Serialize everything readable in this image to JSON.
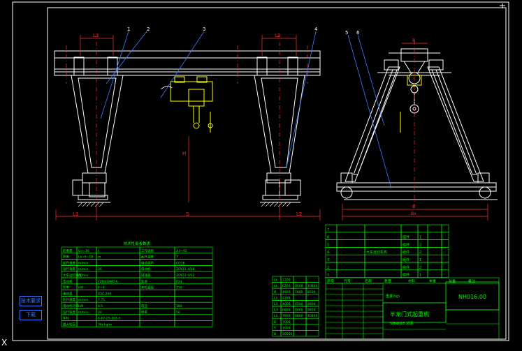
{
  "viewer": {
    "axis_marker": "X",
    "side_tabs": [
      "技术要求",
      "下载"
    ]
  },
  "colors": {
    "background": "#000000",
    "frame": "#ffffff",
    "structure": "#ffffff",
    "table": "#00ff00",
    "dimension": "#ff3030",
    "leader": "#3a7cff",
    "hoist": "#ffff00",
    "centerline": "#ff3030"
  },
  "front_view": {
    "dim_l3_left": "L3",
    "dim_l3_right": "L3",
    "dim_l1": "L1",
    "dim_s": "S",
    "dim_l2": "L2",
    "dim_h": "H",
    "callouts": [
      "1",
      "2",
      "3",
      "4"
    ]
  },
  "side_view": {
    "dim_top": "B",
    "dim_b": "B",
    "dim_bx": "Bx",
    "callouts": [
      "5",
      "6"
    ]
  },
  "spec_table": {
    "title": "技术性能参数表",
    "rows": [
      [
        "起重量",
        "Gn=16",
        "t",
        "工作级别",
        "A3~A5"
      ],
      [
        "跨度",
        "Lk=6~18",
        "m",
        "起升高度",
        "7"
      ],
      [
        "起升速度",
        "m/min",
        "",
        "电动葫芦",
        "CD16"
      ],
      [
        "运行速度",
        "m/min",
        "20",
        "电动机",
        "ZDY21-4/18"
      ],
      [
        "大车运行速度",
        "m/min",
        "",
        "减速器",
        "ZDY22-4/12"
      ],
      [
        "电动机",
        "",
        "YZR132M2-6",
        "轨道",
        "P24"
      ],
      [
        "功率",
        "kW",
        "P=4",
        "车轮直径",
        "250"
      ],
      [
        "电动机",
        "",
        "Z3C-200",
        "",
        ""
      ],
      [
        "起升速度",
        "m/min",
        "7.75",
        "",
        ""
      ],
      [
        "电动机功率",
        "kW",
        "0.5",
        "电压",
        "380"
      ],
      [
        "运行速度",
        "m/min",
        "20",
        "频率",
        "50"
      ],
      [
        "车轮",
        "",
        "6-07-25-105-3",
        "",
        ""
      ],
      [
        "最大轮压",
        "",
        "36t kg/m",
        "",
        ""
      ]
    ]
  },
  "dim_table": {
    "rows": [
      [
        "Lk",
        "1200",
        ""
      ],
      [
        "Lk",
        "6200",
        "9500",
        "10800"
      ],
      [
        "H",
        "4900",
        "7600",
        "8500"
      ],
      [
        "L1",
        "1200",
        "",
        ""
      ],
      [
        "L2",
        "4000",
        "4500",
        "4900"
      ],
      [
        "L3",
        "6800",
        "8000",
        "9800"
      ],
      [
        "L5",
        "7800",
        "8800",
        "10800"
      ],
      [
        "B",
        "7000",
        "",
        ""
      ],
      [
        "S",
        "7000",
        "",
        ""
      ],
      [
        "B",
        "20000",
        "",
        ""
      ]
    ]
  },
  "parts_list": {
    "rows": [
      [
        "7",
        "",
        "",
        "",
        "",
        "",
        ""
      ],
      [
        "6",
        "",
        "",
        "组件",
        "1",
        "",
        ""
      ],
      [
        "5",
        "",
        "",
        "组件",
        "2",
        "",
        ""
      ],
      [
        "4",
        "",
        "大车运行机构",
        "组件",
        "2",
        "",
        ""
      ],
      [
        "3",
        "",
        "",
        "组件",
        "1",
        "",
        ""
      ],
      [
        "2",
        "",
        "",
        "组件",
        "2",
        "",
        ""
      ],
      [
        "1",
        "",
        "",
        "组件",
        "1",
        "",
        ""
      ]
    ],
    "header": [
      "序号",
      "代号",
      "名称",
      "数量",
      "材料",
      "单重",
      "总重",
      "备注"
    ]
  },
  "title_block": {
    "drawing_number": "NH016.00",
    "title": "半龙门式起重机",
    "subtitle": "NHNH16 总图",
    "weight": "重量(kg)"
  }
}
